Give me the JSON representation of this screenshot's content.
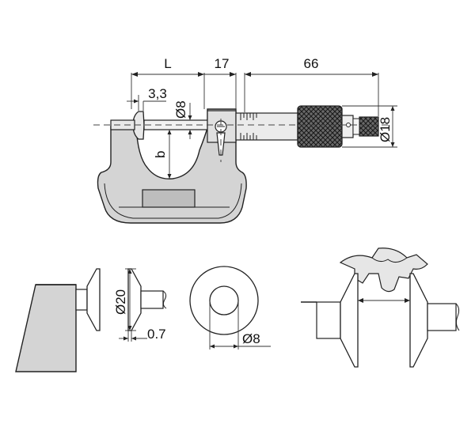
{
  "diagram": {
    "micrometer_labels": {
      "length": "L",
      "spindle_ext": "17",
      "thimble_length": "66",
      "disc_thickness": "3,3",
      "spindle_dia": "Ø8",
      "depth": "b",
      "thimble_dia": "Ø18"
    },
    "disc_labels": {
      "disc_dia": "Ø20",
      "edge_width": "0.7"
    },
    "face_labels": {
      "face_dia": "Ø8"
    },
    "colors": {
      "line": "#222222",
      "frame_fill": "#d4d4d4",
      "part_fill": "#e8e8e8"
    }
  }
}
